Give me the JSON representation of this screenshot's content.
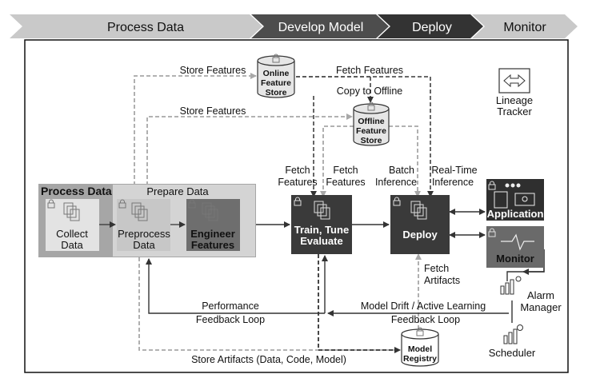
{
  "phases": [
    {
      "label": "Process Data"
    },
    {
      "label": "Develop Model"
    },
    {
      "label": "Deploy"
    },
    {
      "label": "Monitor"
    }
  ],
  "stores": {
    "online": [
      "Online",
      "Feature",
      "Store"
    ],
    "offline": [
      "Offline",
      "Feature",
      "Store"
    ],
    "registry": [
      "Model",
      "Registry"
    ]
  },
  "lineage": [
    "Lineage",
    "Tracker"
  ],
  "process_group": {
    "title": "Process Data",
    "prepare_title": "Prepare Data"
  },
  "steps": {
    "collect": [
      "Collect",
      "Data"
    ],
    "preprocess": [
      "Preprocess",
      "Data"
    ],
    "engineer": [
      "Engineer",
      "Features"
    ],
    "train": [
      "Train, Tune",
      "Evaluate"
    ],
    "deploy": [
      "Deploy"
    ],
    "application": "Application",
    "monitor": "Monitor",
    "alarm": [
      "Alarm",
      "Manager"
    ],
    "scheduler": "Scheduler"
  },
  "edge_labels": {
    "store_features_1": "Store Features",
    "store_features_2": "Store Features",
    "fetch_features_top": "Fetch Features",
    "copy_offline": "Copy to Offline",
    "fetch_features_a": [
      "Fetch",
      "Features"
    ],
    "fetch_features_b": [
      "Fetch",
      "Features"
    ],
    "batch_inference": [
      "Batch",
      "Inference"
    ],
    "realtime_inference": [
      "Real-Time",
      "Inference"
    ],
    "fetch_artifacts": [
      "Fetch",
      "Artifacts"
    ],
    "performance_loop": [
      "Performance",
      "Feedback Loop"
    ],
    "drift_loop": [
      "Model Drift / Active Learning",
      "Feedback Loop"
    ],
    "store_artifacts": "Store Artifacts (Data, Code, Model)"
  },
  "colors": {
    "phase_light": "#c9c9c9",
    "phase_dark": "#4a4a4a",
    "dark_box": "#3a3a3a",
    "group_gray": "#a6a6a6",
    "dashed_gray": "#b0b0b0",
    "dashed_dark": "#444444"
  }
}
